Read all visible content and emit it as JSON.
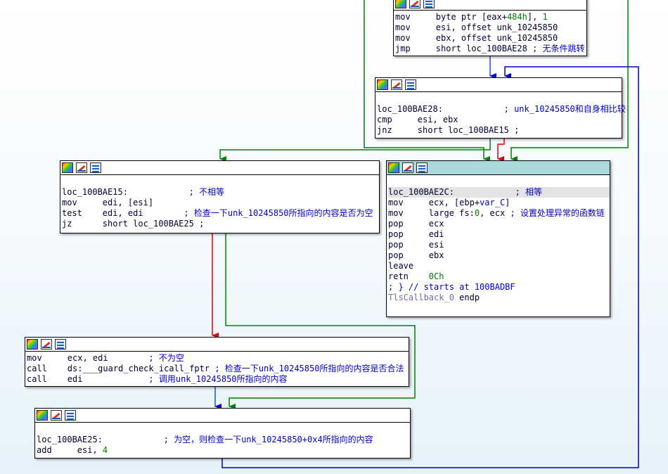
{
  "nodes": [
    {
      "id": "top",
      "lines": [
        {
          "mn": "mov",
          "ops": [
            {
              "t": "byte ptr [eax+"
            },
            {
              "t": "484h",
              "c": "num"
            },
            {
              "t": "], "
            },
            {
              "t": "1",
              "c": "num"
            }
          ]
        },
        {
          "mn": "mov",
          "ops": [
            {
              "t": "esi, offset unk_10245850"
            }
          ]
        },
        {
          "mn": "mov",
          "ops": [
            {
              "t": "ebx, offset unk_10245850"
            }
          ]
        },
        {
          "mn": "jmp",
          "ops": [
            {
              "t": "short loc_100BAE28 "
            },
            {
              "t": "; 无条件跳转",
              "c": "cmt"
            }
          ]
        }
      ]
    },
    {
      "id": "cmp",
      "lines": [
        {
          "blank": true
        },
        {
          "raw": [
            {
              "t": "loc_100BAE28:            "
            },
            {
              "t": "; unk_10245850和自身相比较",
              "c": "cmt"
            }
          ]
        },
        {
          "mn": "cmp",
          "ops": [
            {
              "t": "esi, ebx"
            }
          ]
        },
        {
          "mn": "jnz",
          "ops": [
            {
              "t": "short loc_100BAE15 ;"
            }
          ]
        }
      ]
    },
    {
      "id": "left",
      "lines": [
        {
          "blank": true
        },
        {
          "raw": [
            {
              "t": "loc_100BAE15:            "
            },
            {
              "t": "; 不相等",
              "c": "cmt"
            }
          ]
        },
        {
          "mn": "mov",
          "ops": [
            {
              "t": "edi, [esi]"
            }
          ]
        },
        {
          "mn": "test",
          "ops": [
            {
              "t": "edi, edi        "
            },
            {
              "t": "; 检查一下unk_10245850所指向的内容是否为空",
              "c": "cmt"
            }
          ]
        },
        {
          "mn": "jz",
          "ops": [
            {
              "t": "short loc_100BAE25 ;"
            }
          ]
        }
      ]
    },
    {
      "id": "right",
      "lines": [
        {
          "blank": true
        },
        {
          "hl": true,
          "raw": [
            {
              "t": "loc_100BAE2C:            "
            },
            {
              "t": "; 相等",
              "c": "cmt"
            }
          ]
        },
        {
          "mn": "mov",
          "ops": [
            {
              "t": "ecx, [ebp+"
            },
            {
              "t": "var_C",
              "c": "ext"
            },
            {
              "t": "]"
            }
          ]
        },
        {
          "mn": "mov",
          "ops": [
            {
              "t": "large fs:"
            },
            {
              "t": "0",
              "c": "num"
            },
            {
              "t": ", ecx "
            },
            {
              "t": "; 设置处理异常的函数链",
              "c": "cmt"
            }
          ]
        },
        {
          "mn": "pop",
          "ops": [
            {
              "t": "ecx"
            }
          ]
        },
        {
          "mn": "pop",
          "ops": [
            {
              "t": "edi"
            }
          ]
        },
        {
          "mn": "pop",
          "ops": [
            {
              "t": "esi"
            }
          ]
        },
        {
          "mn": "pop",
          "ops": [
            {
              "t": "ebx"
            }
          ]
        },
        {
          "mn": "leave",
          "ops": []
        },
        {
          "mn": "retn",
          "ops": [
            {
              "t": "0Ch",
              "c": "num"
            }
          ]
        },
        {
          "raw": [
            {
              "t": "; } // starts at 100BADBF",
              "c": "cmt"
            }
          ]
        },
        {
          "raw": [
            {
              "t": "TlsCallback_0",
              "c": "gray"
            },
            {
              "t": " endp"
            }
          ]
        }
      ]
    },
    {
      "id": "call",
      "lines": [
        {
          "mn": "mov",
          "ops": [
            {
              "t": "ecx, edi        "
            },
            {
              "t": "; 不为空",
              "c": "cmt"
            }
          ]
        },
        {
          "mn": "call",
          "ops": [
            {
              "t": "ds:___guard_check_icall_fptr "
            },
            {
              "t": "; 检查一下unk_10245850所指向的内容是否合法",
              "c": "cmt"
            }
          ]
        },
        {
          "mn": "call",
          "ops": [
            {
              "t": "edi             "
            },
            {
              "t": "; 调用unk_10245850所指向的内容",
              "c": "cmt"
            }
          ]
        }
      ]
    },
    {
      "id": "bottom",
      "lines": [
        {
          "blank": true
        },
        {
          "raw": [
            {
              "t": "loc_100BAE25:            "
            },
            {
              "t": "; 为空，则检查一下unk_10245850+0x4所指向的内容",
              "c": "cmt"
            }
          ]
        },
        {
          "mn": "add",
          "ops": [
            {
              "t": "esi, "
            },
            {
              "t": "4",
              "c": "num"
            }
          ]
        }
      ]
    }
  ],
  "colors": {
    "edge_true": "#008000",
    "edge_false": "#e00000",
    "edge_jump": "#0000cc",
    "active_header": "#a9d9d9"
  },
  "icons": [
    "graph-overview-icon",
    "rename-pen-icon",
    "xrefs-list-icon"
  ]
}
